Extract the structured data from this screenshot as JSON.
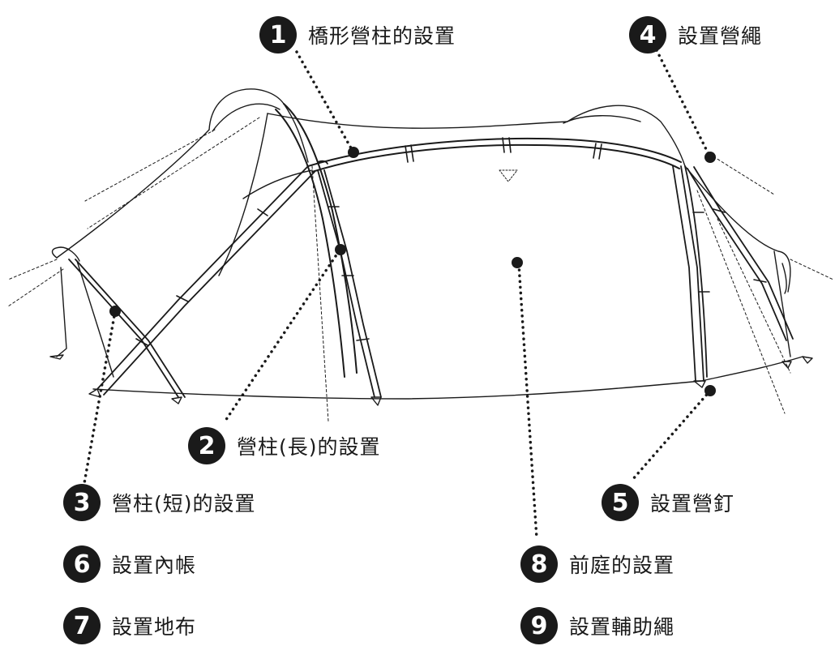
{
  "callouts": [
    {
      "number": "1",
      "label": "橋形營柱的設置"
    },
    {
      "number": "2",
      "label": "營柱(長)的設置"
    },
    {
      "number": "3",
      "label": "營柱(短)的設置"
    },
    {
      "number": "4",
      "label": "設置營繩"
    },
    {
      "number": "5",
      "label": "設置營釘"
    },
    {
      "number": "6",
      "label": "設置內帳"
    },
    {
      "number": "7",
      "label": "設置地布"
    },
    {
      "number": "8",
      "label": "前庭的設置"
    },
    {
      "number": "9",
      "label": "設置輔助繩"
    }
  ],
  "colors": {
    "line": "#1a1a1a",
    "badge": "#1a1a1a",
    "background": "#ffffff"
  }
}
